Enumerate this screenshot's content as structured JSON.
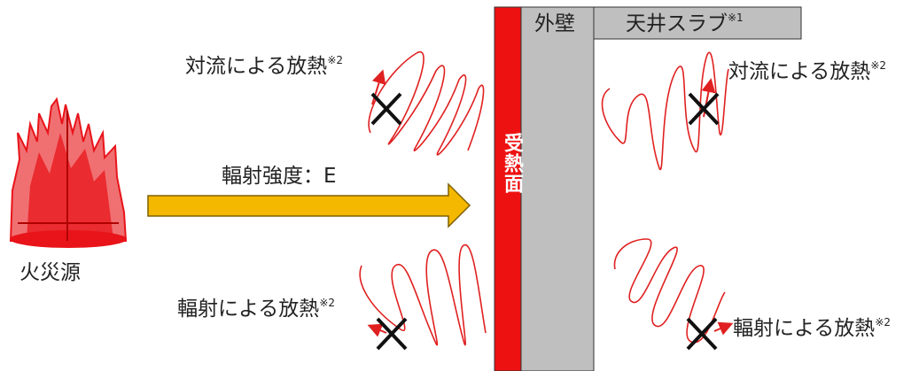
{
  "labels": {
    "fire_source": "火災源",
    "radiation_intensity": "輻射強度：E",
    "receiving_surface": "受熱面",
    "outer_wall": "外壁",
    "ceiling_slab": "天井スラブ",
    "ceiling_slab_note": "※1",
    "convection_left": "対流による放熱",
    "convection_left_note": "※2",
    "convection_right": "対流による放熱",
    "convection_right_note": "※2",
    "radiation_left": "輻射による放熱",
    "radiation_left_note": "※2",
    "radiation_right": "輻射による放熱",
    "radiation_right_note": "※2"
  },
  "colors": {
    "fire": "#e8141a",
    "fire_light": "#f4696b",
    "arrow": "#f5b800",
    "arrow_outline": "#7f6000",
    "receiving_surface": "#ee1111",
    "wall": "#bfbfbf",
    "wave": "#e02020",
    "cross": "#111111"
  }
}
